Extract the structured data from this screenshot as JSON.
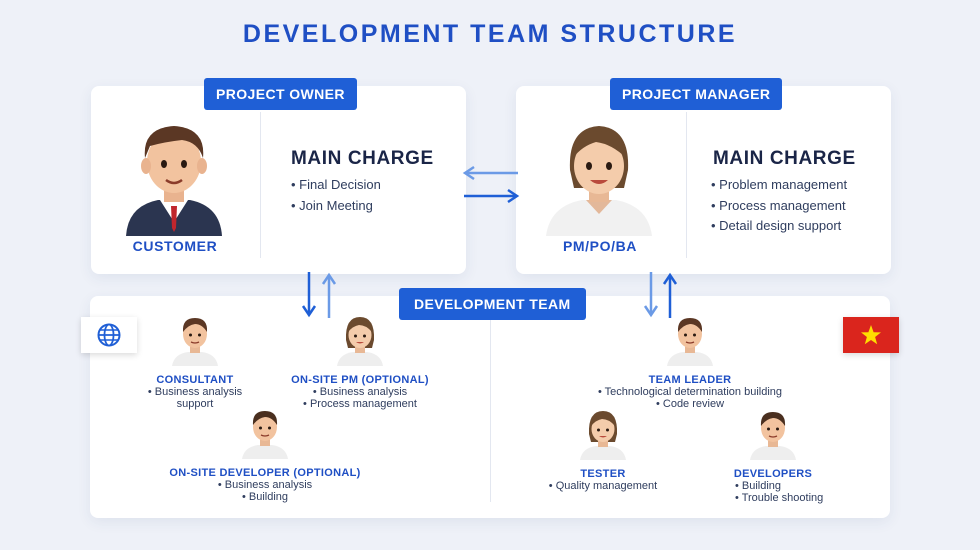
{
  "title": "DEVELOPMENT TEAM STRUCTURE",
  "owner": {
    "badge": "PROJECT OWNER",
    "role": "CUSTOMER",
    "charge_title": "MAIN CHARGE",
    "charges": [
      "• Final Decision",
      "• Join Meeting"
    ]
  },
  "manager": {
    "badge": "PROJECT MANAGER",
    "role": "PM/PO/BA",
    "charge_title": "MAIN CHARGE",
    "charges": [
      "• Problem management",
      "• Process management",
      "• Detail design support"
    ]
  },
  "dev_team": {
    "badge": "DEVELOPMENT TEAM",
    "left": {
      "flag_icon": "globe-icon",
      "consultant": {
        "name": "CONSULTANT",
        "desc": [
          "• Business analysis",
          "support"
        ]
      },
      "onsite_pm": {
        "name": "ON-SITE PM (OPTIONAL)",
        "desc": [
          "• Business analysis",
          "• Process management"
        ]
      },
      "onsite_dev": {
        "name": "ON-SITE DEVELOPER (OPTIONAL)",
        "desc": [
          "• Business analysis",
          "• Building"
        ]
      }
    },
    "right": {
      "flag_icon": "vietnam-flag-icon",
      "team_leader": {
        "name": "TEAM LEADER",
        "desc": [
          "• Technological determination building",
          "• Code review"
        ]
      },
      "tester": {
        "name": "TESTER",
        "desc": [
          "• Quality management"
        ]
      },
      "developers": {
        "name": "DEVELOPERS",
        "desc": [
          "• Building",
          "• Trouble shooting"
        ]
      }
    }
  },
  "colors": {
    "accent": "#1f5fd6",
    "title": "#1f4fc4",
    "arrow_dark": "#1f5fd6",
    "arrow_light": "#6b9ae6",
    "background": "#eef1f8"
  }
}
